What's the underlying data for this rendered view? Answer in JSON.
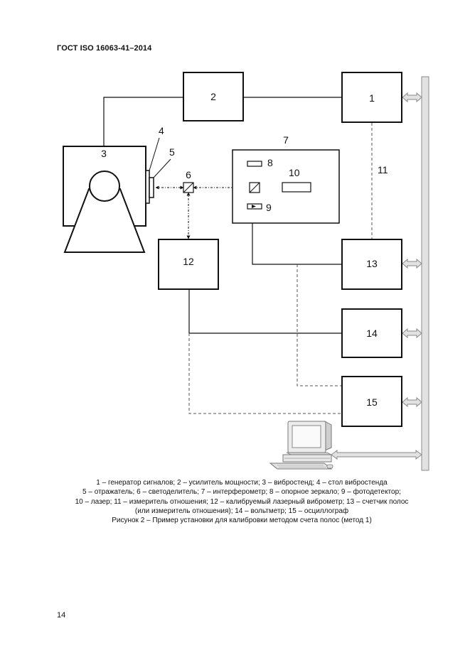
{
  "header": {
    "standard": "ГОСТ ISO 16063-41–2014"
  },
  "diagram": {
    "labels": {
      "signal_generator": "1",
      "power_amplifier": "2",
      "vibration_exciter": "3",
      "exciter_table": "4",
      "reflector": "5",
      "beam_splitter": "6",
      "interferometer": "7",
      "reference_mirror": "8",
      "photodetector": "9",
      "laser": "10",
      "ratio_meter": "11",
      "laser_vibrometer": "12",
      "fringe_counter": "13",
      "voltmeter": "14",
      "oscilloscope": "15"
    }
  },
  "caption": {
    "legend_line1": "1 – генератор сигналов; 2 – усилитель мощности; 3 – вибростенд; 4 – стол вибростенда",
    "legend_line2": "5 – отражатель; 6 – светоделитель; 7 – интерферометр; 8 – опорное зеркало; 9 – фотодетектор;",
    "legend_line3": "10 – лазер; 11 – измеритель отношения; 12 – калибруемый лазерный виброметр; 13 – счетчик полос",
    "legend_line4": "(или измеритель отношения); 14 – вольтметр; 15 – осциллограф",
    "figure_title": "Рисунок 2 – Пример установки для калибровки методом счета полос (метод 1)"
  },
  "page_number": "14"
}
